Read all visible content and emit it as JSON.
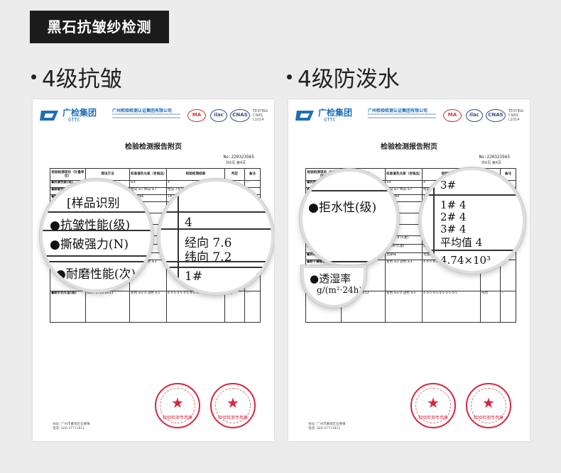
{
  "banner": "黑石抗皱纱检测",
  "headings": {
    "left": "4级抗皱",
    "right": "4级防泼水"
  },
  "report": {
    "brand": "广检集团",
    "brand_sub": "GTTC",
    "org": "广州检验检测认证集团有限公司",
    "cert_ma": "MA",
    "cert_ilac": "ilac",
    "cert_cnas": "CNAS",
    "cert_text": "TESTING CNAS L1014",
    "title": "检验检测报告附页",
    "report_no": "No:220323565",
    "page": "共6页 第4页",
    "columns": [
      "检验检测项目（计量单位）",
      "测试方法",
      "标准值及允差（合格品）",
      "检验检测结果",
      "判定",
      "备注"
    ],
    "rows": [
      [
        "●抗皱性能(级)",
        "GB/T 29257-2013",
        "≥4",
        "4",
        "符合",
        "—"
      ],
      [
        "●撕破强力(N)",
        "GB/T 3917.3-2009",
        "经向 ≥7 纬向 ≥7",
        "经向 7.6 纬向 7.2",
        "符合",
        "—"
      ],
      [
        "●耐磨性能(次)",
        "GB/T 21196.2-2007",
        "≥10000",
        "1# >10000 2# >10000",
        "符合",
        "—"
      ],
      [
        "●拒水性(级)",
        "GB/T 4745-2012",
        "≥3",
        "1# 4 2# 4 3# 4 平均值 4",
        "符合",
        "—"
      ],
      [
        "●透湿率 g/(m²·24h)",
        "GB/T 12704.1-2009",
        "≥3000",
        "4.74×10³",
        "符合",
        "—"
      ],
      [
        "●耐静水压(kPa)",
        "FZ/T 01057",
        "—",
        "1# 2# 3#",
        "—",
        "—"
      ],
      [
        "●pH值",
        "GB/T 7573-2009 0.1mol/L KCl溶液",
        "4.0~9.0 (C类)",
        "5.7",
        "符合",
        "—"
      ],
      [
        "●甲醛含量(mg/kg)",
        "GB/T 2912.1-2009 水萃取法",
        "≤300 (C类)",
        "未检出 (检出限:20)",
        "符合",
        "—"
      ],
      [
        "●异味",
        "GB 18401-2010 6.7",
        "无异味",
        "无异味",
        "符合",
        "—"
      ],
      [
        "●耐干摩擦色牢度(级)",
        "GB/T 3920-2008",
        "变色 ≥3 沾色 ≥3",
        "4 4-5 4-5 4-5 4-5 4-5",
        "符合",
        "—"
      ],
      [
        "●耐水色牢度(级)",
        "GB/T 5713-2013",
        "变色 ≥3-4 沾色 ≥3",
        "4 4-5 4-5 4-5 4-5 4-5",
        "符合",
        "—"
      ]
    ],
    "footer_lines": [
      "地址: 广州市番禺区石楼镇",
      "电话: 020-37711811"
    ],
    "seal_text": "检验检测专用章"
  },
  "zoom_left": {
    "label_lines": [
      "[样品识别",
      "●抗皱性能(级)",
      "●撕破强力(N)",
      "●耐磨性能(次)"
    ],
    "value_lines": [
      "4",
      "经向  7.6",
      "纬向  7.2",
      "1#",
      ">"
    ]
  },
  "zoom_right": {
    "label_lines": [
      "●拒水性(级)",
      "●透湿率",
      "g/(m²·24h)"
    ],
    "value_lines": [
      "3#",
      "1#       4",
      "2#       4",
      "3#       4",
      "平均值  4",
      "4.74×10³",
      ">"
    ]
  }
}
